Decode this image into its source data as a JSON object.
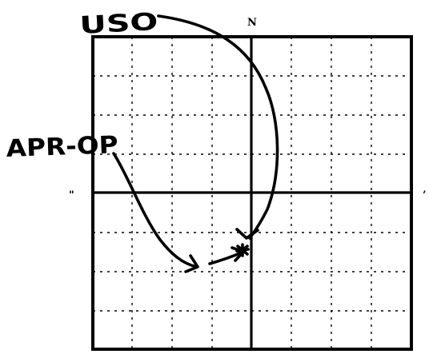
{
  "labels": {
    "north": "N",
    "west": "\"",
    "east": "’"
  },
  "annotations": {
    "top": "USO",
    "left": "APR-OP"
  }
}
